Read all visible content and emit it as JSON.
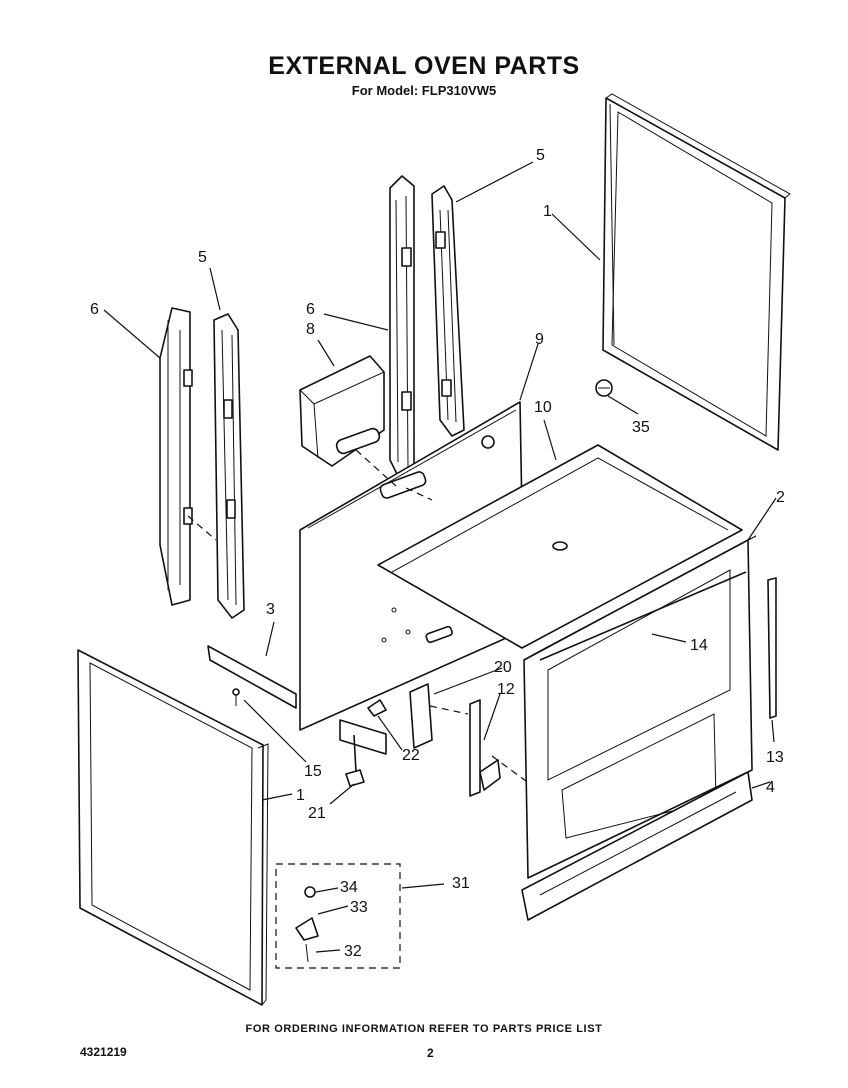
{
  "header": {
    "title": "EXTERNAL OVEN PARTS",
    "subtitle": "For Model: FLP310VW5"
  },
  "callouts": {
    "c1_top": "1",
    "c1_bottom": "1",
    "c2": "2",
    "c3": "3",
    "c4": "4",
    "c5_left": "5",
    "c5_right": "5",
    "c6_left": "6",
    "c6_mid": "6",
    "c8": "8",
    "c9": "9",
    "c10": "10",
    "c12": "12",
    "c13": "13",
    "c14": "14",
    "c15": "15",
    "c20": "20",
    "c21": "21",
    "c22": "22",
    "c31": "31",
    "c32": "32",
    "c33": "33",
    "c34": "34",
    "c35": "35"
  },
  "footer": {
    "note": "FOR ORDERING INFORMATION REFER TO PARTS PRICE LIST",
    "doc_number": "4321219",
    "page_number": "2"
  }
}
